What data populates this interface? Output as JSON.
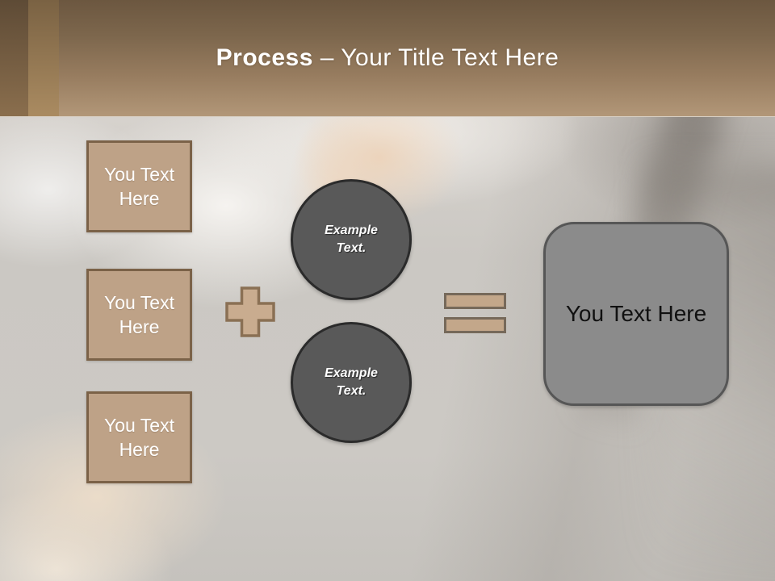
{
  "header": {
    "title_bold": "Process",
    "title_rest": "– Your Title Text Here"
  },
  "diagram": {
    "input_boxes": [
      {
        "label": "You Text Here"
      },
      {
        "label": "You Text Here"
      },
      {
        "label": "You Text Here"
      }
    ],
    "example_circles": [
      {
        "label": "Example Text."
      },
      {
        "label": "Example Text."
      }
    ],
    "result_box": {
      "label": "You Text Here"
    }
  },
  "icons": {
    "plus": "plus-sign",
    "equals": "equals-sign"
  },
  "colors": {
    "header_top": "#6c5740",
    "header_bottom": "#b29778",
    "accent_strip_dark": "#5e4b36",
    "accent_strip_light": "#aa8b61",
    "tan_fill": "#bea287",
    "tan_border": "#7b6248",
    "plus_fill": "#c9ac8f",
    "plus_border": "#8a7054",
    "equals_fill": "#c3a78a",
    "equals_border": "#76695a",
    "circle_fill": "#595959",
    "circle_border": "#2b2b2b",
    "result_fill": "#8b8b8b",
    "result_border": "#565656",
    "title_text": "#ffffff",
    "result_text": "#111111"
  }
}
